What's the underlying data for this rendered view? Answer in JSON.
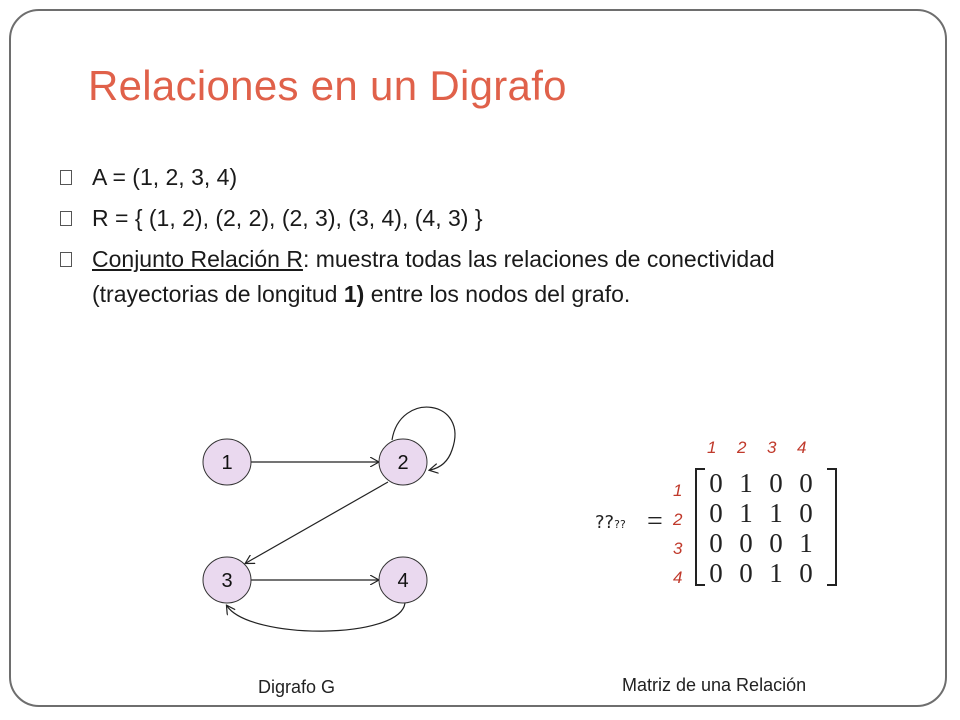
{
  "slide": {
    "title": "Relaciones en un Digrafo",
    "bullet_marker_icon": "box-bullet-icon",
    "bullets": {
      "b1": "A  = (1, 2, 3, 4)",
      "b2": "R  = { (1, 2),  (2, 2),  (2, 3),  (3, 4), (4, 3) }",
      "b3_underlined": "Conjunto Relación R",
      "b3_text_a": ":  muestra todas las relaciones de conectividad (trayectorias de longitud ",
      "b3_bold": "1)",
      "b3_text_b": " entre los nodos del grafo."
    }
  },
  "graph": {
    "nodes": [
      "1",
      "2",
      "3",
      "4"
    ],
    "edges": [
      [
        "1",
        "2"
      ],
      [
        "2",
        "2"
      ],
      [
        "2",
        "3"
      ],
      [
        "3",
        "4"
      ],
      [
        "4",
        "3"
      ]
    ],
    "node_fill": "#ead9ef",
    "caption": "Digrafo G"
  },
  "matrix": {
    "symbol": "??",
    "subscript": "??",
    "equals": "=",
    "col_labels": [
      "1",
      "2",
      "3",
      "4"
    ],
    "row_labels": [
      "1",
      "2",
      "3",
      "4"
    ],
    "rows": [
      [
        "0",
        "1",
        "0",
        "0"
      ],
      [
        "0",
        "1",
        "1",
        "0"
      ],
      [
        "0",
        "0",
        "0",
        "1"
      ],
      [
        "0",
        "0",
        "1",
        "0"
      ]
    ],
    "label_color": "#c0392b",
    "caption": "Matriz de una Relación"
  }
}
